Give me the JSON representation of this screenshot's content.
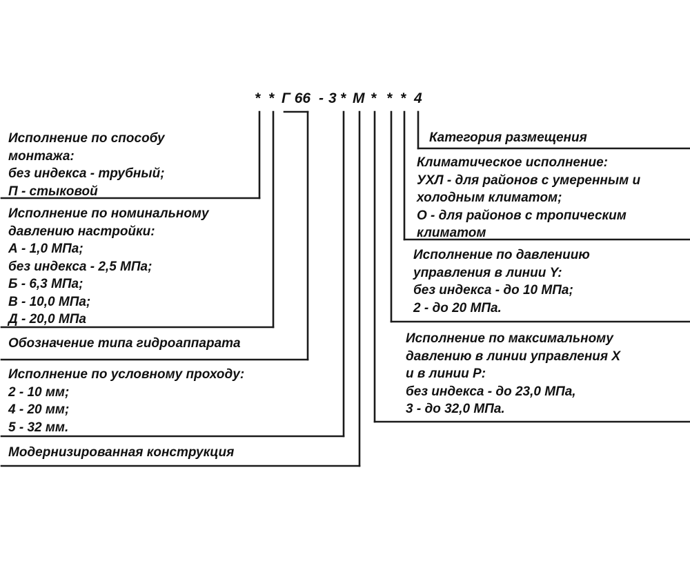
{
  "code": {
    "c1": "*",
    "c2": "*",
    "c3": "Г 66",
    "c4": "-",
    "c5": "3",
    "c6": "*",
    "c7": "М",
    "c8": "*",
    "c9": "*",
    "c10": "*",
    "c11": "4"
  },
  "left": {
    "mount": [
      "Исполнение по способу",
      "монтажа:",
      "без индекса - трубный;",
      "П - стыковой"
    ],
    "pressure": [
      "Исполнение по номинальному",
      "давлению настройки:",
      "А - 1,0 МПа;",
      "без индекса - 2,5 МПа;",
      "Б - 6,3 МПа;",
      "В - 10,0 МПа;",
      "Д - 20,0 МПа"
    ],
    "type": [
      "Обозначение типа гидроаппарата"
    ],
    "passage": [
      "Исполнение по условному проходу:",
      "2 - 10 мм;",
      "4 - 20 мм;",
      "5 - 32 мм."
    ],
    "modern": [
      "Модернизированная конструкция"
    ]
  },
  "right": {
    "placement": [
      "Категория размещения"
    ],
    "climate": [
      "Климатическое исполнение:",
      "УХЛ - для районов с умеренным и",
      "холодным климатом;",
      "О - для районов с тропическим",
      "климатом"
    ],
    "control_y": [
      "Исполнение по давлениию",
      "управления в линии Y:",
      "без индекса - до 10 МПа;",
      "2 - до 20 МПа."
    ],
    "max_x": [
      "Исполнение по максимальному",
      "давлению в линии управления X",
      "и в линии P:",
      "без индекса - до 23,0 МПа,",
      "3 - до 32,0 МПа."
    ]
  }
}
